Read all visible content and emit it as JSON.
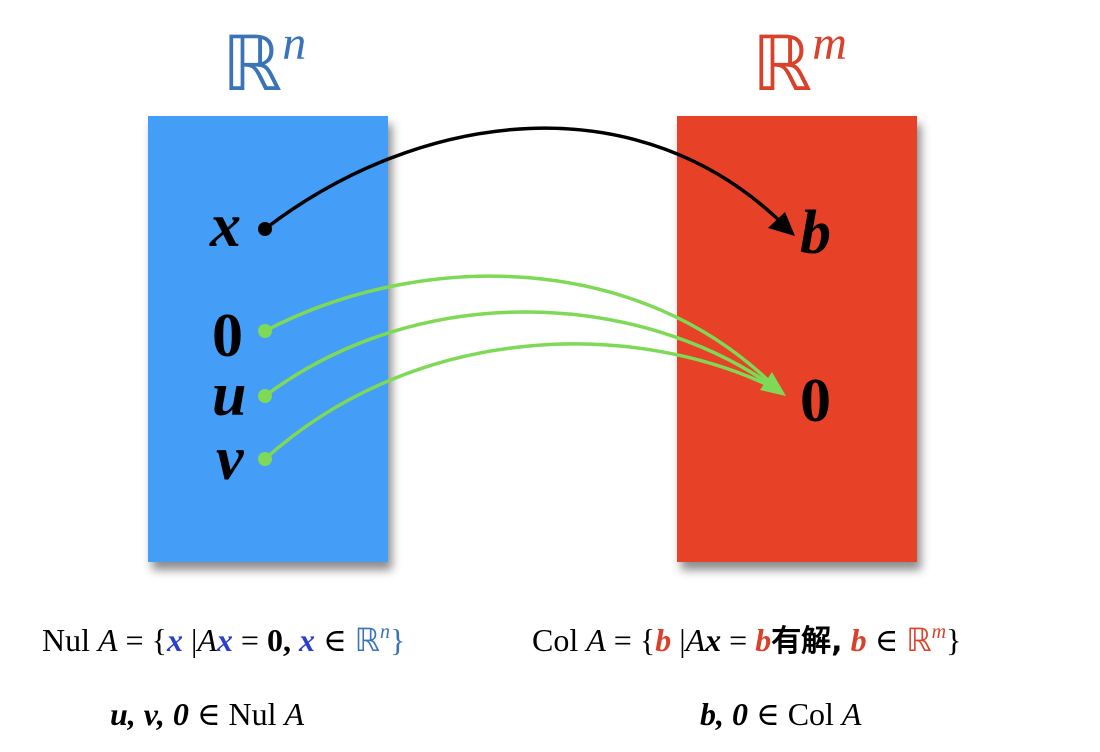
{
  "spaces": {
    "left": {
      "symbol": "ℝ",
      "exponent": "n"
    },
    "right": {
      "symbol": "ℝ",
      "exponent": "m"
    }
  },
  "left_vectors": {
    "x": "x",
    "zero": "0",
    "u": "u",
    "v": "v"
  },
  "right_vectors": {
    "b": "b",
    "zero": "0"
  },
  "colors": {
    "left_space": "#449df6",
    "right_space": "#e74128",
    "map_arrow": "#000000",
    "kernel_arrow": "#7ed957",
    "left_title": "#3a73b8",
    "right_title": "#d9412b"
  },
  "formulas": {
    "nul": {
      "name": "Nul",
      "A": "A",
      "eq": "=",
      "open": "{",
      "x": "x",
      "bar": "|",
      "Ax_A": "A",
      "Ax_x": "x",
      "eq2": "=",
      "zero": "0,",
      "x2": "x",
      "in": "∈",
      "R": "ℝ",
      "n": "n",
      "close": "}"
    },
    "col": {
      "name": "Col",
      "A": "A",
      "eq": "=",
      "open": "{",
      "b": "b",
      "bar": "|",
      "Ax_A": "A",
      "Ax_x": "x",
      "eq2": "=",
      "b2": "b",
      "cjk": "有解,",
      "b3": "b",
      "in": "∈",
      "R": "ℝ",
      "m": "m",
      "close": "}"
    },
    "nul_members": {
      "list": "u, v, 0",
      "in": "∈",
      "name": "Nul",
      "A": "A"
    },
    "col_members": {
      "list": "b, 0",
      "in": "∈",
      "name": "Col",
      "A": "A"
    }
  }
}
